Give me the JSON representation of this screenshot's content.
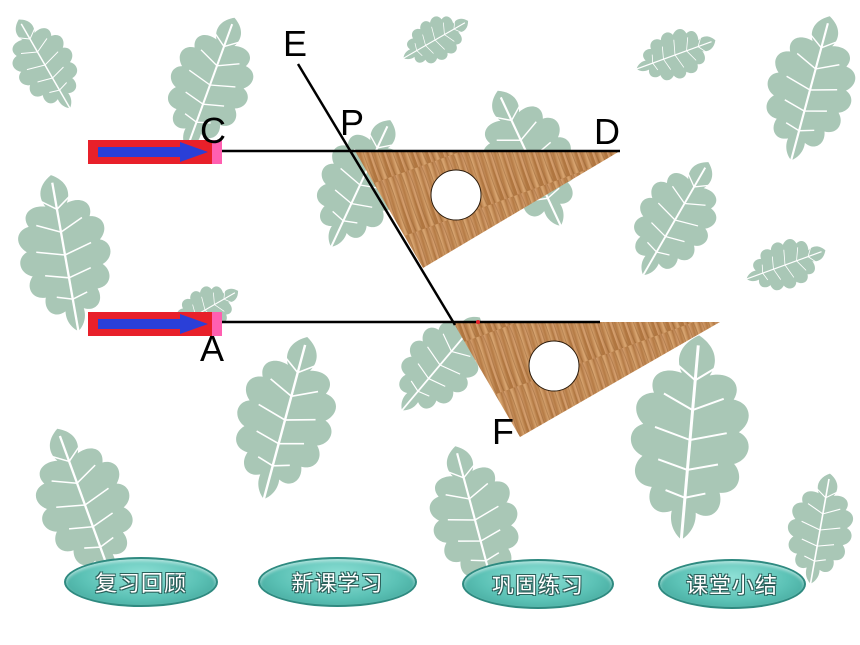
{
  "labels": {
    "E": "E",
    "P": "P",
    "C": "C",
    "D": "D",
    "A": "A",
    "F": "F"
  },
  "nav": [
    "复习回顾",
    "新课学习",
    "巩固练习",
    "课堂小结"
  ],
  "colors": {
    "background_leaf": "#a9c7b6",
    "line": "#000000",
    "triangle_wood": "#c08850",
    "arrow_outer": "#e8202a",
    "arrow_inner": "#2a3fd8",
    "button_fill": "#5cc2b6"
  },
  "icons": {
    "leaf": "oak-leaf-icon",
    "arrow": "right-arrow-icon"
  }
}
